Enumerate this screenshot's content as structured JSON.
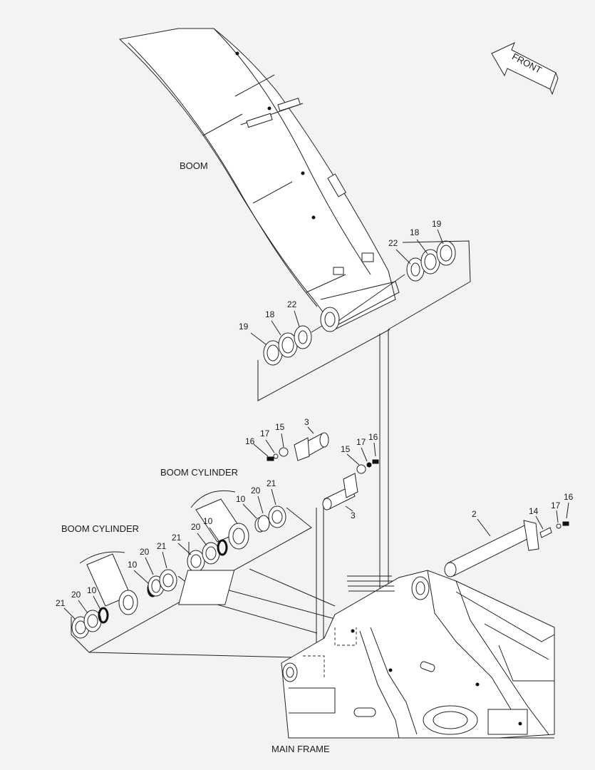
{
  "labels": {
    "boom": "BOOM",
    "boom_cylinder_upper": "BOOM CYLINDER",
    "boom_cylinder_lower": "BOOM CYLINDER",
    "main_frame": "MAIN FRAME",
    "front": "FRONT"
  },
  "callouts": {
    "c19a": "19",
    "c18a": "18",
    "c22a": "22",
    "c19b": "19",
    "c18b": "18",
    "c22b": "22",
    "c16a": "16",
    "c17a": "17",
    "c15a": "15",
    "c3a": "3",
    "c15b": "15",
    "c17b": "17",
    "c16b": "16",
    "c3b": "3",
    "c2": "2",
    "c14": "14",
    "c17c": "17",
    "c16c": "16",
    "c10a": "10",
    "c20a": "20",
    "c21a": "21",
    "c21b": "21",
    "c20b": "20",
    "c10b": "10",
    "c20c": "20",
    "c10c": "10",
    "c21c": "21",
    "c21d": "21",
    "c20d": "20",
    "c10d": "10"
  }
}
